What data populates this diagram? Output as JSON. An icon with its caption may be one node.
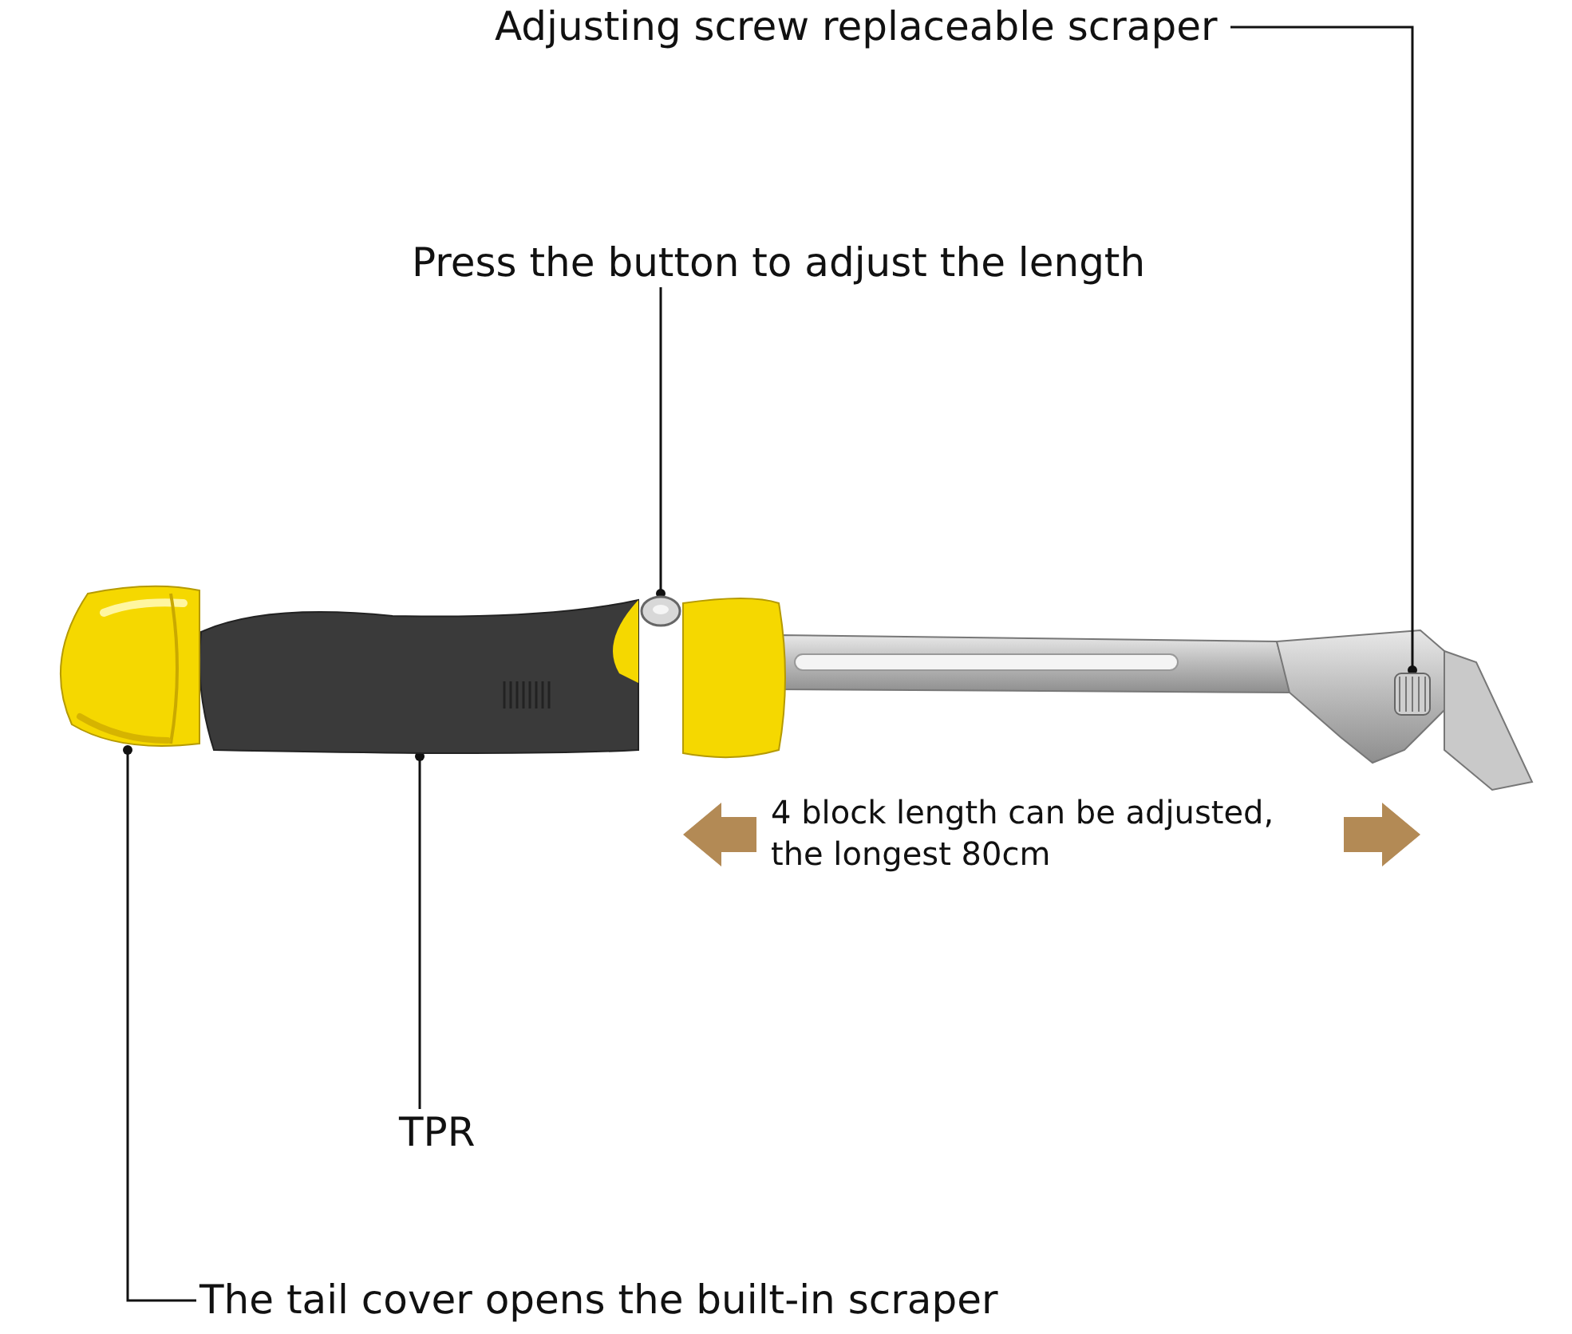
{
  "diagram": {
    "nodes": [
      {
        "text": [
          "Adjusting screw replaceable scraper"
        ]
      },
      {
        "text": [],
        "shape": "picture"
      },
      {
        "text": [
          "Press the button to adjust the length"
        ]
      },
      {
        "text": [],
        "shape": "picture"
      },
      {
        "text": [
          "TPR"
        ]
      },
      {
        "text": [],
        "shape": "picture"
      },
      {
        "text": [
          "The tail cover opens the built-in scraper"
        ]
      },
      {
        "text": [],
        "shape": "picture"
      }
    ],
    "edges": [
      {
        "from": 0,
        "to": 1,
        "arrow": "other"
      },
      {
        "from": 2,
        "to": 3,
        "arrow": "other"
      },
      {
        "from": 4,
        "to": 5,
        "arrow": "other"
      },
      {
        "from": 6,
        "to": 7,
        "arrow": "other"
      }
    ],
    "labels": [
      "4 block length can be adjusted, the longest 80cm"
    ]
  }
}
